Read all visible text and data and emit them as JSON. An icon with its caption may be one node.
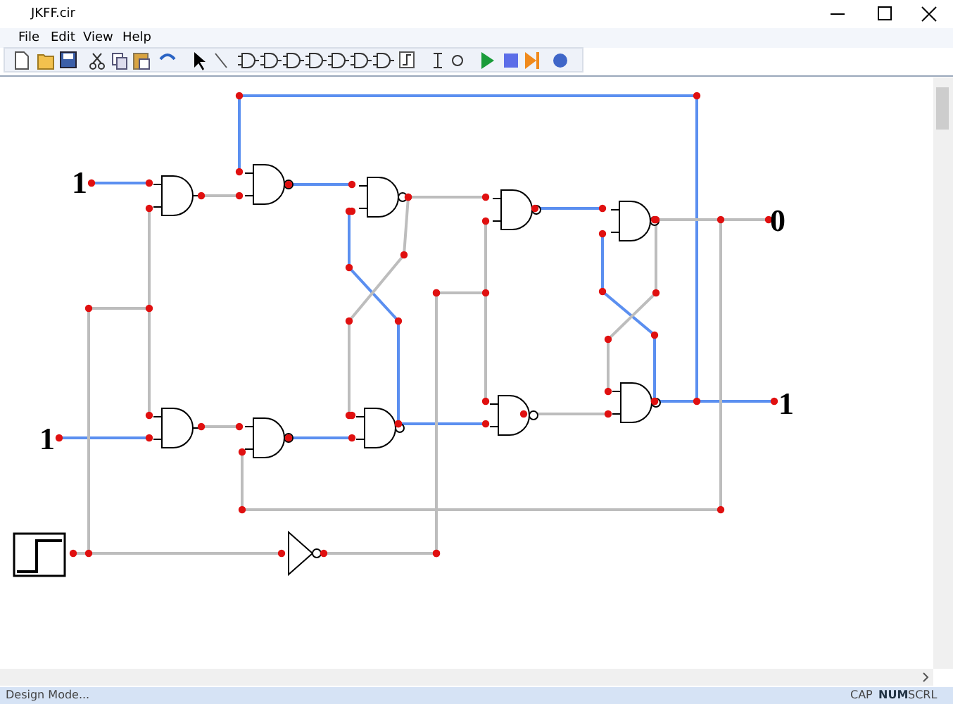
{
  "diagram": {
    "title": "JKFF.cir",
    "labels": [
      "File",
      "Edit",
      "View",
      "Help",
      "1",
      "0",
      "1",
      "1",
      "Design Mode...",
      "CAP",
      "NUM",
      "SCRL"
    ]
  }
}
